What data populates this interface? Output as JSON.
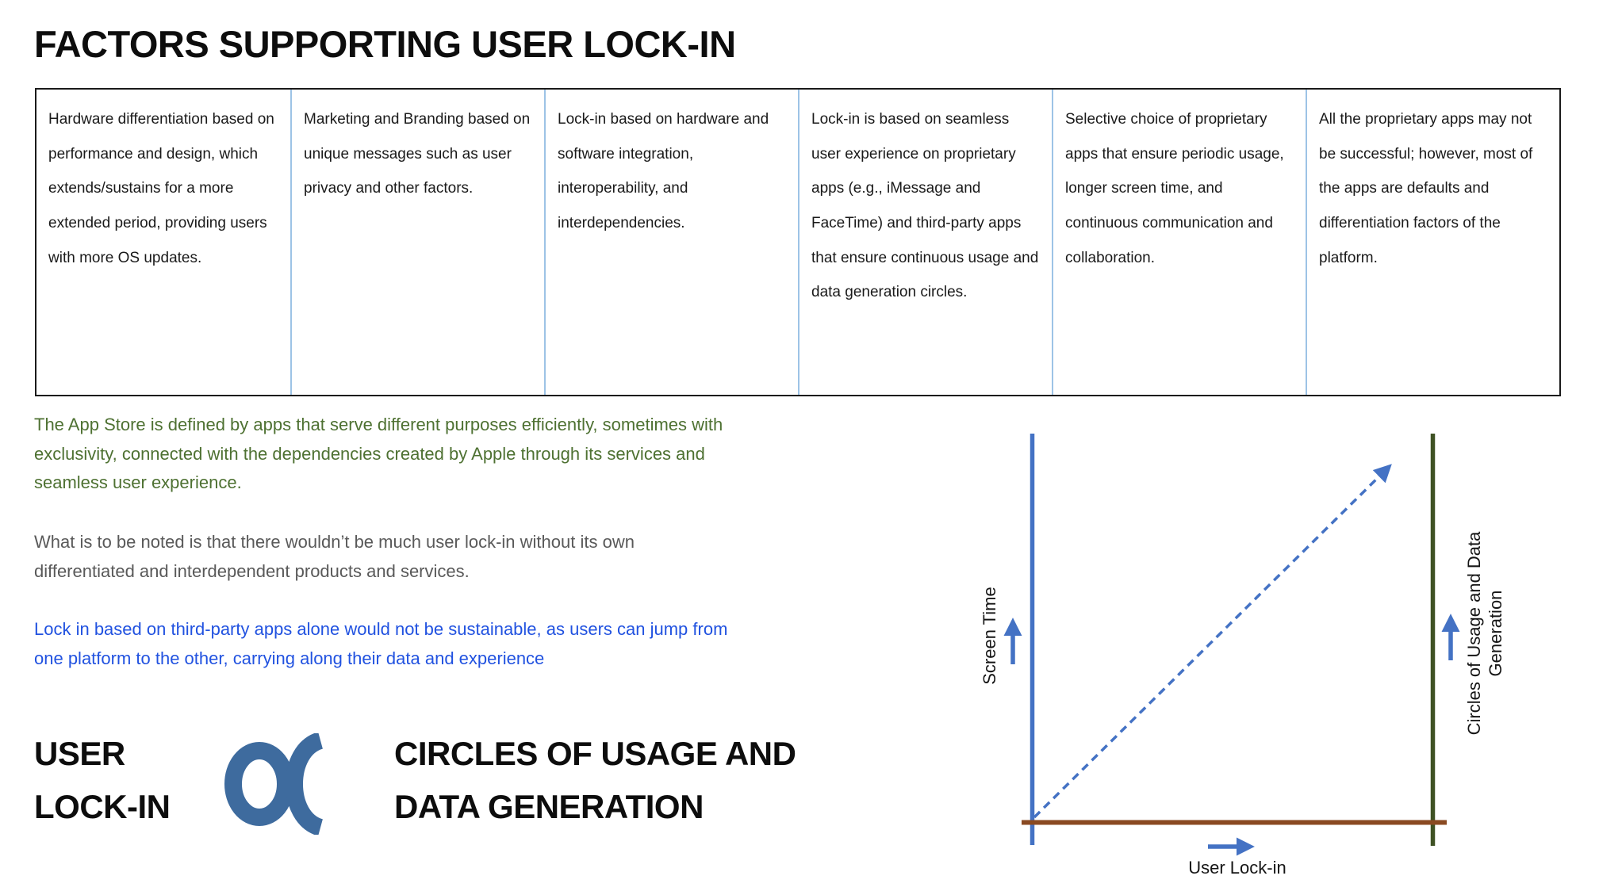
{
  "title": "FACTORS SUPPORTING USER LOCK-IN",
  "factors_table": {
    "cells": [
      "Hardware differentiation based on performance and design, which extends/sustains for a more extended period, providing users with more OS updates.",
      "Marketing and Branding based on unique messages such as user privacy and other factors.",
      "Lock-in based on hardware and software integration, interoperability, and interdependencies.",
      "Lock-in is based on seamless user experience on proprietary apps (e.g., iMessage and FaceTime) and third-party apps that ensure continuous usage and data generation circles.",
      "Selective choice of proprietary apps that ensure periodic usage, longer screen time, and continuous communication and collaboration.",
      "All the proprietary apps may not be successful; however, most of the apps are defaults and differentiation factors of the platform."
    ]
  },
  "paragraphs": {
    "green": {
      "lines": [
        "The App Store is defined by apps that serve different purposes efficiently, sometimes with",
        "exclusivity, connected with the dependencies created by Apple through its services and",
        "seamless user experience."
      ]
    },
    "gray": {
      "lines": [
        "What is to be noted is that there wouldn’t be much user lock-in without its own",
        "differentiated and interdependent products and services."
      ]
    },
    "blue": {
      "lines": [
        "Lock in based on third-party apps alone would not be sustainable, as users can jump from",
        "one platform to the other, carrying along their data and experience"
      ]
    }
  },
  "lockin_statement": {
    "left_lines": [
      "USER",
      "LOCK-IN"
    ],
    "symbol": "proportional-to",
    "right_lines": [
      "CIRCLES OF USAGE AND",
      "DATA GENERATION"
    ]
  },
  "chart": {
    "type": "conceptual-line",
    "relationship": "positive linear (dashed arrow from origin to upper right)",
    "left_axis_label": "Screen Time",
    "right_axis_label_lines": [
      "Circles of Usage and Data",
      "Generation"
    ],
    "x_axis_label": "User Lock-in"
  },
  "colors": {
    "table-border": "#1a1a1a",
    "table-divider": "#9dc3e6",
    "green-text": "#4e7132",
    "gray-text": "#595959",
    "blue-text": "#2152e0",
    "prop-symbol": "#3e6b9e",
    "axis-blue": "#4472c4",
    "axis-green": "#3f5224",
    "axis-brown": "#8a4a22",
    "arrow-blue": "#4472c4"
  }
}
